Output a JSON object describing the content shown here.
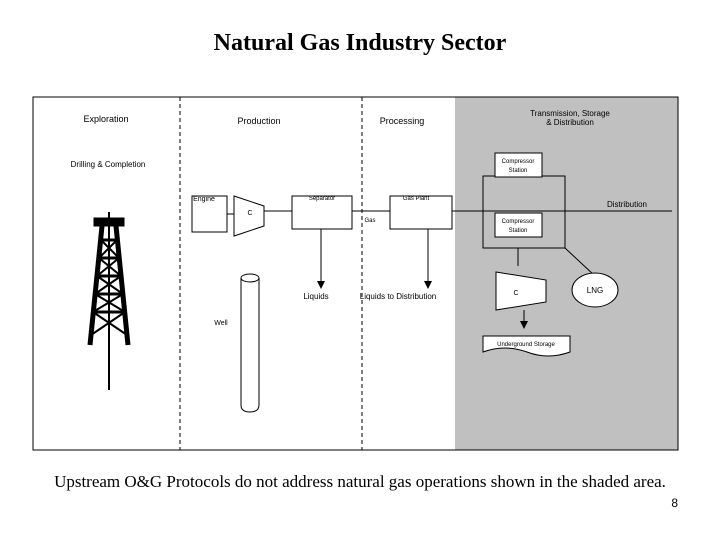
{
  "title": "Natural Gas Industry Sector",
  "sections": {
    "exploration": "Exploration",
    "production": "Production",
    "processing": "Processing",
    "transmission_line1": "Transmission, Storage",
    "transmission_line2": "& Distribution"
  },
  "labels": {
    "drilling": "Drilling & Completion",
    "engine": "Engine",
    "compressor_c": "C",
    "separator": "Separator",
    "gas_plant": "Gas Plant",
    "gas": "Gas",
    "liquids": "Liquids",
    "liquids_to_distribution": "Liquids to Distribution",
    "well": "Well",
    "compressor_station_top_1": "Compressor",
    "compressor_station_top_2": "Station",
    "compressor_station_mid_1": "Compressor",
    "compressor_station_mid_2": "Station",
    "distribution": "Distribution",
    "compressor_c_storage": "C",
    "lng": "LNG",
    "underground_storage": "Underground Storage"
  },
  "colors": {
    "shaded_area": "#c0c0c0",
    "line": "#000000"
  },
  "caption": "Upstream O&G Protocols do not address natural gas operations shown in the shaded area.",
  "page_number": "8"
}
